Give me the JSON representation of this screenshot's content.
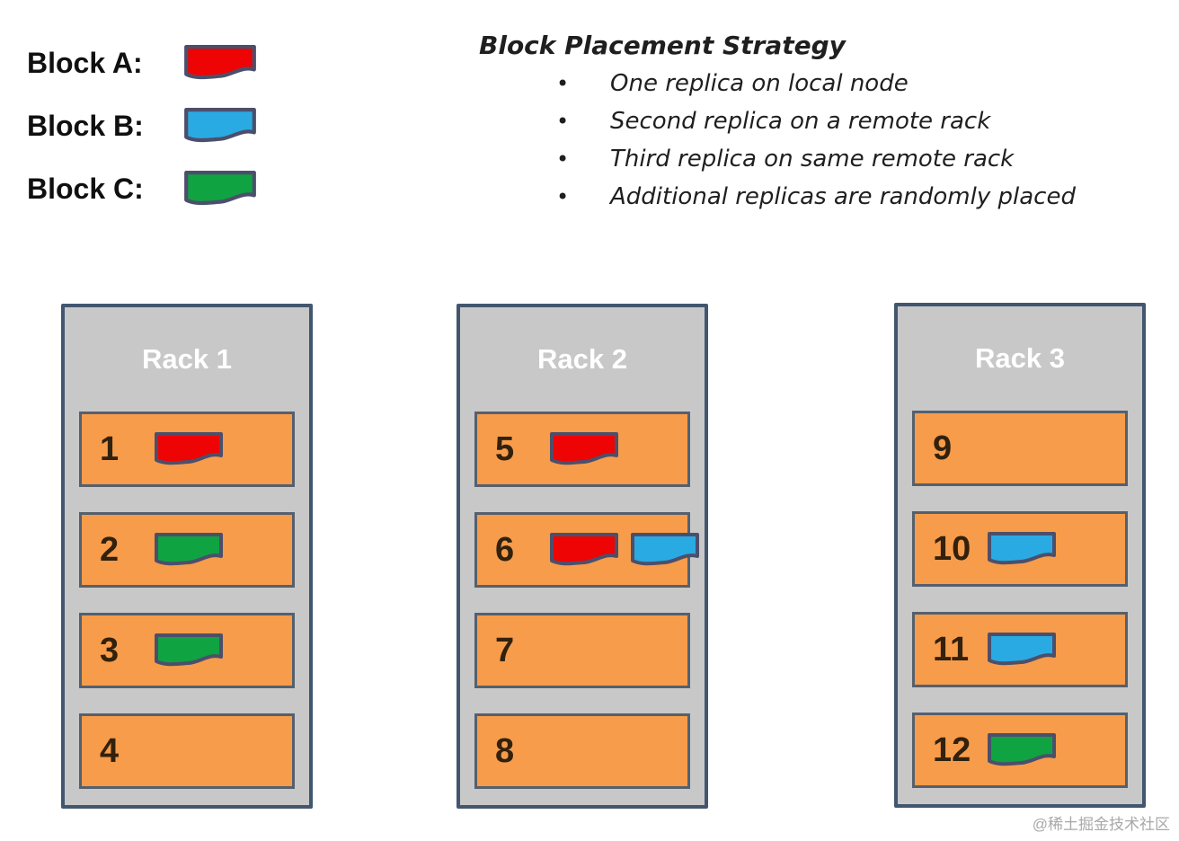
{
  "legend": {
    "items": [
      {
        "label": "Block A:",
        "block": "A"
      },
      {
        "label": "Block B:",
        "block": "B"
      },
      {
        "label": "Block C:",
        "block": "C"
      }
    ]
  },
  "strategy": {
    "title": "Block Placement Strategy",
    "bullets": [
      "One replica on local node",
      "Second replica on a remote rack",
      "Third replica on same remote rack",
      "Additional replicas are randomly placed"
    ],
    "bullet_glyph": "•"
  },
  "racks": [
    {
      "title": "Rack 1",
      "nodes": [
        {
          "id": "1",
          "blocks": [
            "A"
          ]
        },
        {
          "id": "2",
          "blocks": [
            "C"
          ]
        },
        {
          "id": "3",
          "blocks": [
            "C"
          ]
        },
        {
          "id": "4",
          "blocks": []
        }
      ]
    },
    {
      "title": "Rack 2",
      "nodes": [
        {
          "id": "5",
          "blocks": [
            "A"
          ]
        },
        {
          "id": "6",
          "blocks": [
            "A",
            "B"
          ]
        },
        {
          "id": "7",
          "blocks": []
        },
        {
          "id": "8",
          "blocks": []
        }
      ]
    },
    {
      "title": "Rack 3",
      "nodes": [
        {
          "id": "9",
          "blocks": []
        },
        {
          "id": "10",
          "blocks": [
            "B"
          ]
        },
        {
          "id": "11",
          "blocks": [
            "B"
          ]
        },
        {
          "id": "12",
          "blocks": [
            "C"
          ]
        }
      ]
    }
  ],
  "colors": {
    "blocks": {
      "A": "#ee0404",
      "B": "#2aaae2",
      "C": "#10a342"
    },
    "block_border": "#4c4f6b",
    "node_fill": "#f79c4b",
    "node_border": "#55606e",
    "node_number": "#32210c",
    "rack_fill": "#c8c8c8",
    "rack_border": "#42566f",
    "rack_title": "#ffffff",
    "text": "#1f1f1f",
    "watermark": "#a8a8a8"
  },
  "watermark": "@稀土掘金技术社区"
}
